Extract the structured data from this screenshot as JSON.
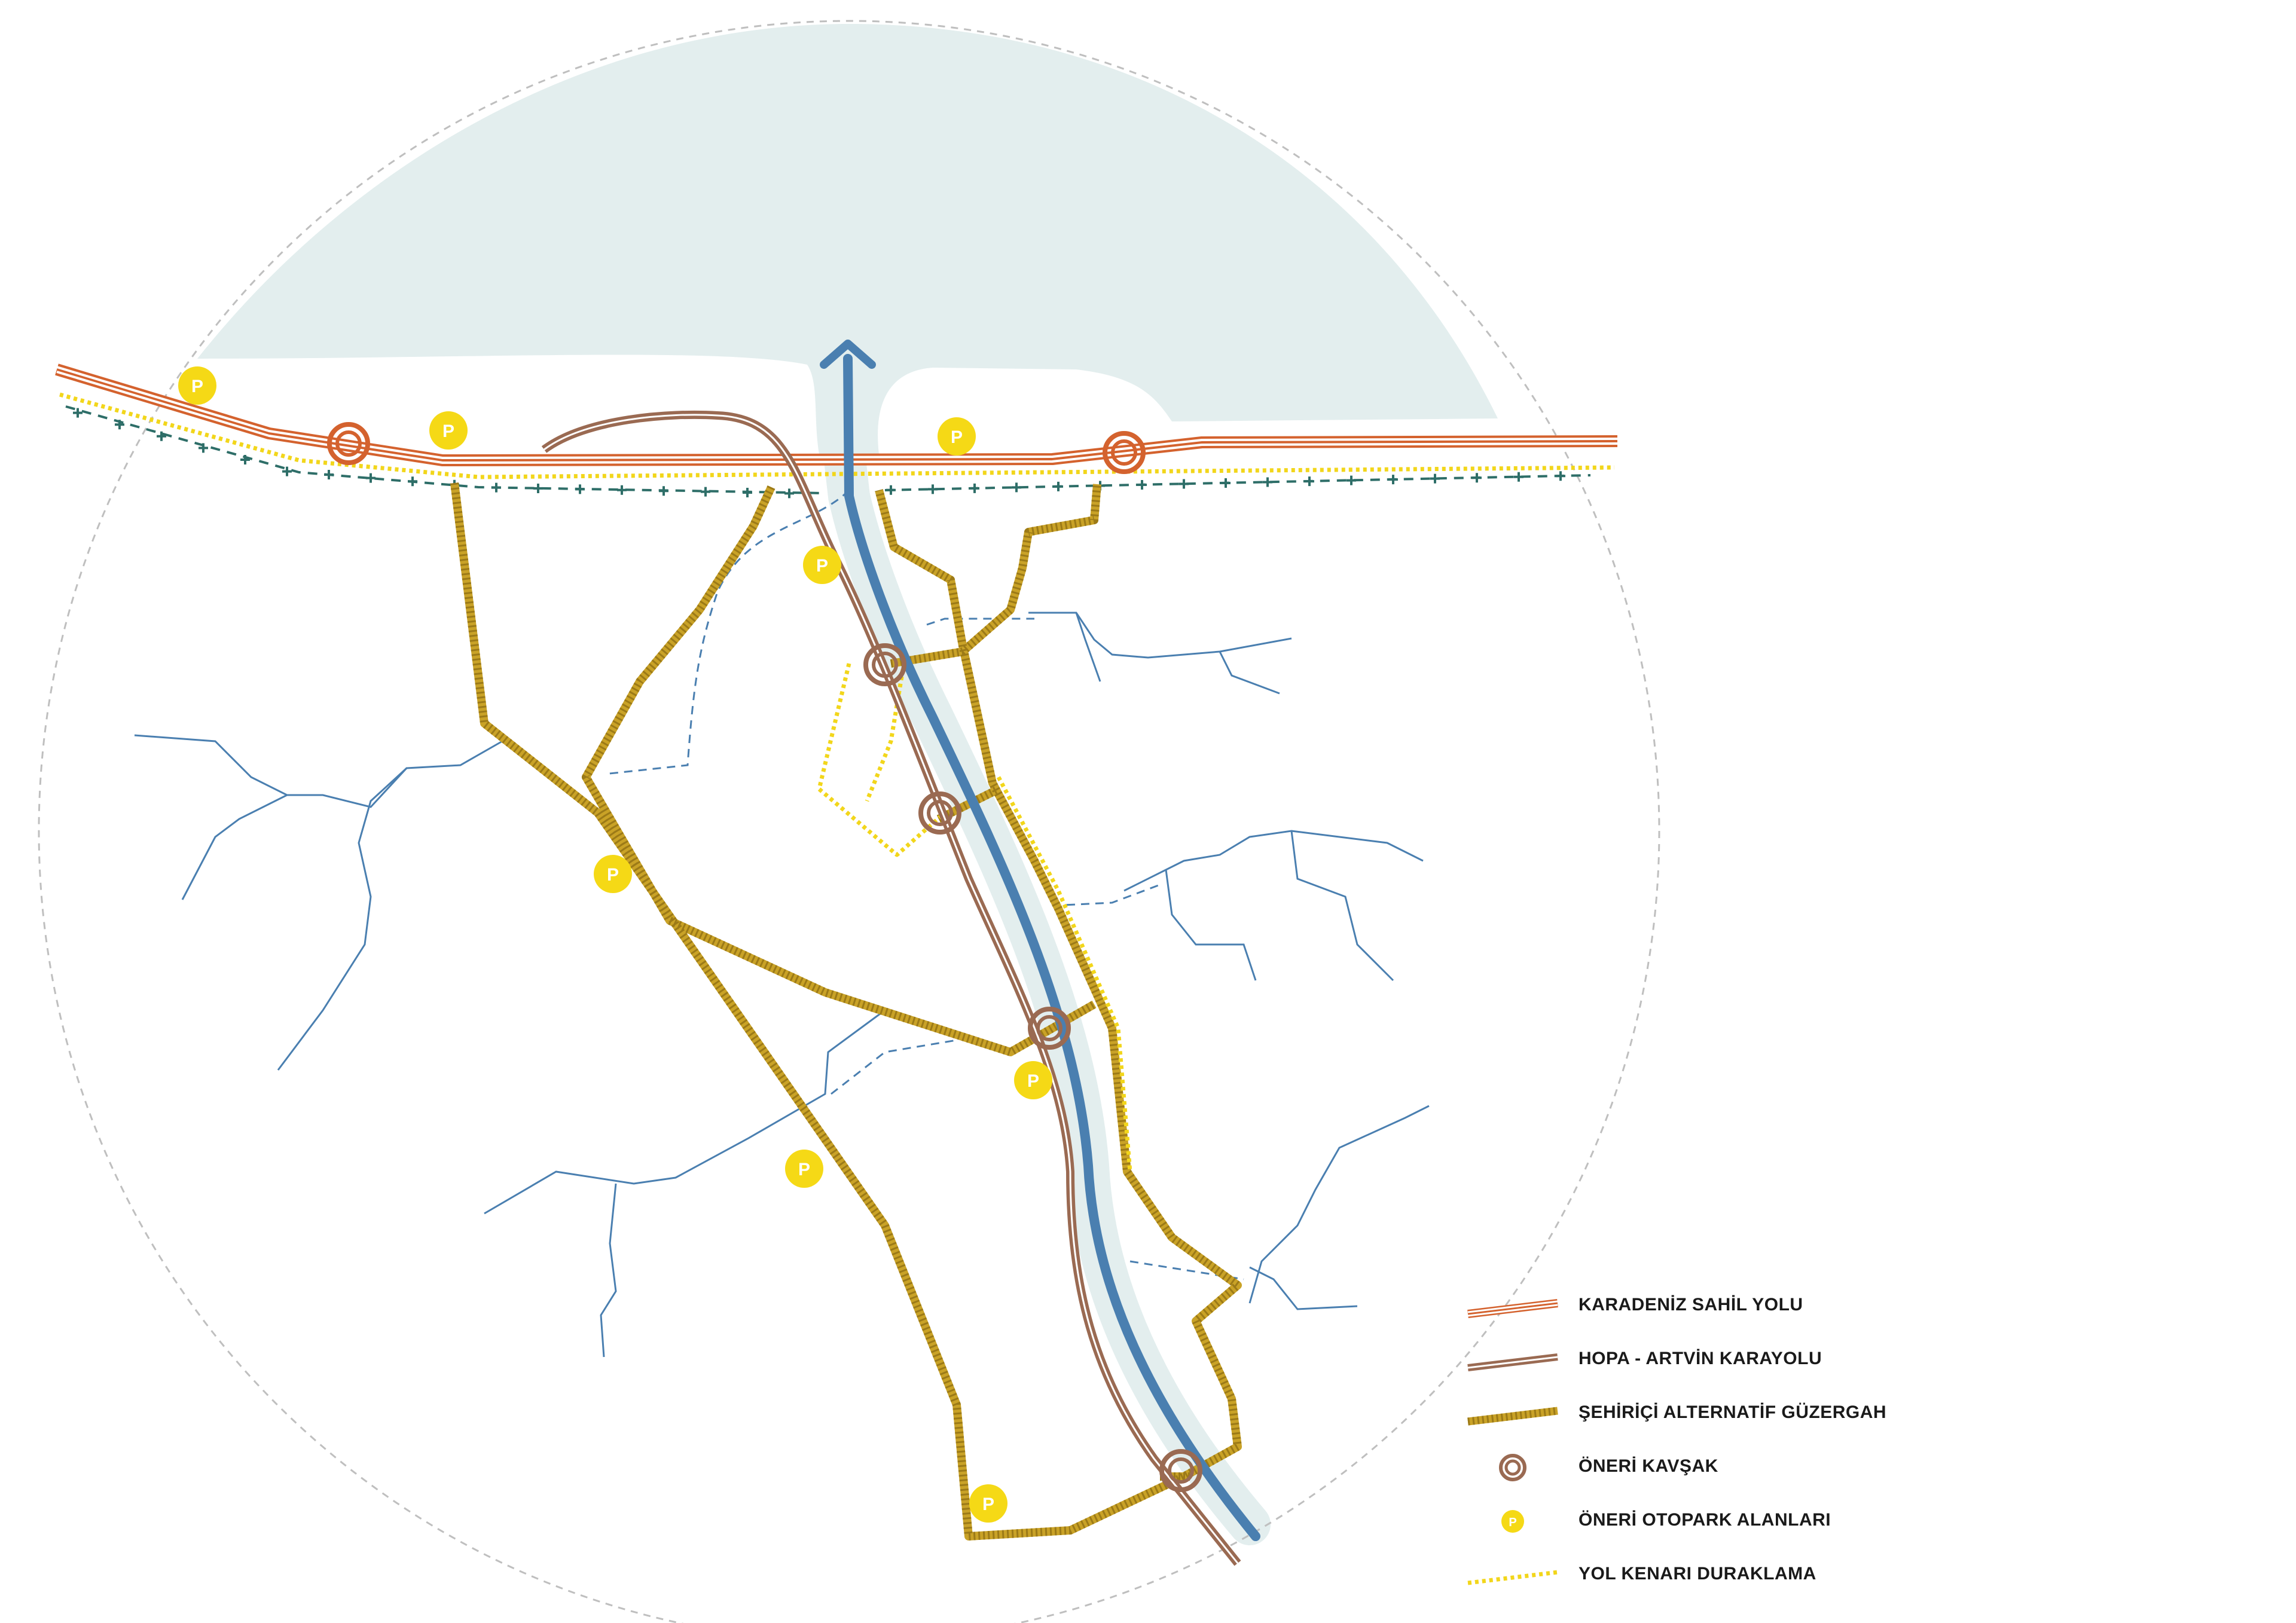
{
  "colors": {
    "sea": "#e3eeee",
    "coast_road": "#d4622e",
    "highway": "#9a6a52",
    "alt_route": "#c9a227",
    "alt_route_dark": "#9c7a17",
    "roadside": "#f2d61b",
    "parking": "#f5d916",
    "river_main": "#4a7fb0",
    "streams": "#4a7fb0",
    "walkway": "#2e6e68",
    "circle_outline": "#bfbfbf"
  },
  "parking_label": "P",
  "legend": [
    {
      "key": "coast_road",
      "label": "KARADENİZ SAHİL YOLU"
    },
    {
      "key": "highway",
      "label": "HOPA - ARTVİN KARAYOLU"
    },
    {
      "key": "alt_route",
      "label": "ŞEHİRİÇİ ALTERNATİF GÜZERGAH"
    },
    {
      "key": "junction",
      "label": "ÖNERİ KAVŞAK"
    },
    {
      "key": "parking",
      "label": "ÖNERİ OTOPARK ALANLARI"
    },
    {
      "key": "roadside",
      "label": "YOL KENARI DURAKLAMA"
    }
  ]
}
